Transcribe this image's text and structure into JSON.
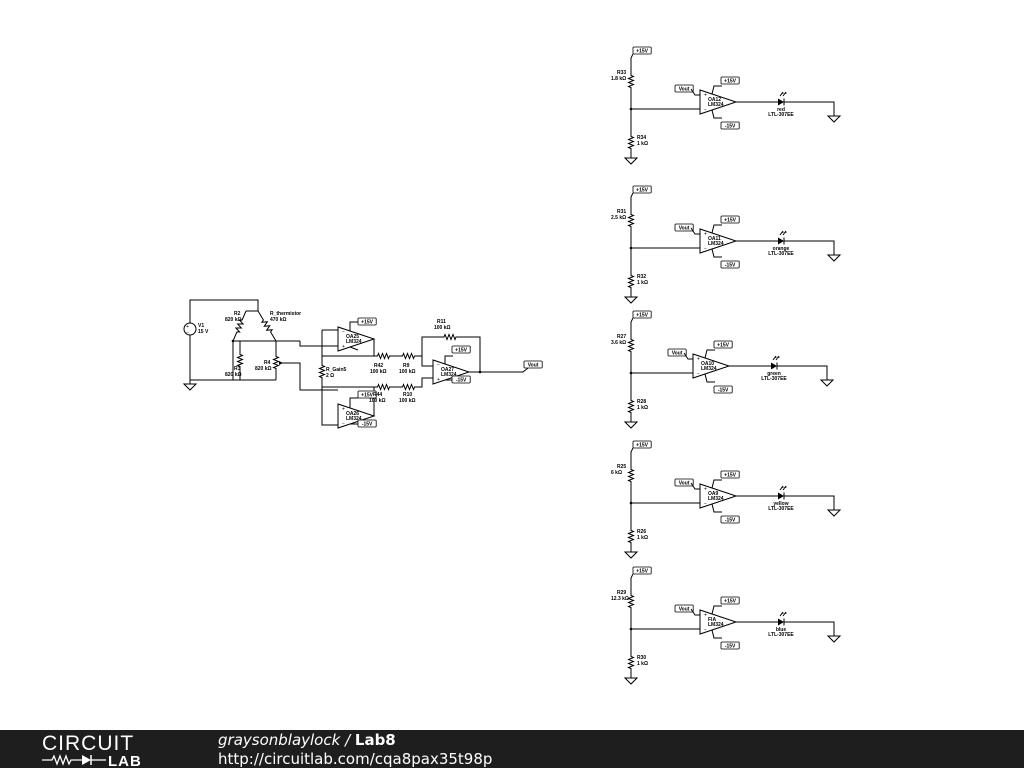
{
  "schematic": {
    "source": {
      "name": "V1",
      "value": "15 V"
    },
    "bridge": [
      {
        "name": "R2",
        "value": "820 kΩ"
      },
      {
        "name": "R_thermistor",
        "value": "470 kΩ"
      },
      {
        "name": "R3",
        "value": "820 kΩ"
      },
      {
        "name": "R4",
        "value": "820 kΩ"
      }
    ],
    "gain_resistor": {
      "name": "R_Gain5",
      "value": "2 Ω"
    },
    "amp_resistors": [
      {
        "name": "R11",
        "value": "100 kΩ"
      },
      {
        "name": "R42",
        "value": "100 kΩ"
      },
      {
        "name": "R9",
        "value": "100 kΩ"
      },
      {
        "name": "R44",
        "value": "100 kΩ"
      },
      {
        "name": "R10",
        "value": "100 kΩ"
      }
    ],
    "opamps": [
      {
        "name": "OA25",
        "model": "LM324"
      },
      {
        "name": "OA26",
        "model": "LM324"
      },
      {
        "name": "OA27",
        "model": "LM324"
      }
    ],
    "supply_pos": "+15V",
    "supply_neg": "-15V",
    "vout": "Vout",
    "plus_sign": "+",
    "minus_sign": "−",
    "comparators": [
      {
        "r_top": "R33",
        "r_top_val": "1.8 kΩ",
        "r_bot": "R34",
        "r_bot_val": "1 kΩ",
        "oa": "OA12",
        "oa_model": "LM324",
        "led_color": "red",
        "led_part": "LTL-307EE"
      },
      {
        "r_top": "R31",
        "r_top_val": "2.5 kΩ",
        "r_bot": "R32",
        "r_bot_val": "1 kΩ",
        "oa": "OA11",
        "oa_model": "LM324",
        "led_color": "orange",
        "led_part": "LTL-307EE"
      },
      {
        "r_top": "R27",
        "r_top_val": "3.6 kΩ",
        "r_bot": "R28",
        "r_bot_val": "1 kΩ",
        "oa": "OA10",
        "oa_model": "LM324",
        "led_color": "green",
        "led_part": "LTL-307EE"
      },
      {
        "r_top": "R25",
        "r_top_val": "6 kΩ",
        "r_bot": "R26",
        "r_bot_val": "1 kΩ",
        "oa": "OA9",
        "oa_model": "LM324",
        "led_color": "yellow",
        "led_part": "LTL-307EE"
      },
      {
        "r_top": "R29",
        "r_top_val": "12.3 kΩ",
        "r_bot": "R30",
        "r_bot_val": "1 kΩ",
        "oa": "FIA",
        "oa_model": "LM324",
        "led_color": "blue",
        "led_part": "LTL-307EE"
      }
    ]
  },
  "footer": {
    "logo_top": "CIRCUIT",
    "logo_bottom": "LAB",
    "user": "graysonblaylock",
    "separator": " / ",
    "project": "Lab8",
    "url": "http://circuitlab.com/cqa8pax35t98p"
  }
}
